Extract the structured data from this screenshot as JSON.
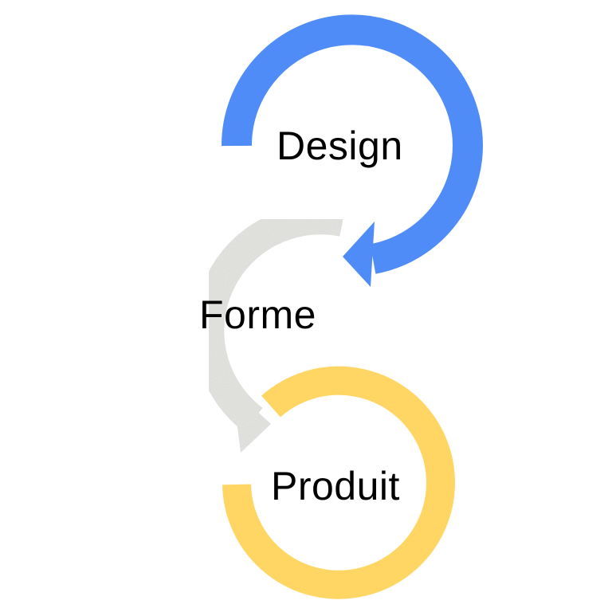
{
  "diagram": {
    "stages": [
      {
        "label": "Design",
        "color": "#4f8cf7"
      },
      {
        "label": "Forme",
        "color": "#e6e6e3"
      },
      {
        "label": "Produit",
        "color": "#ffd663"
      }
    ],
    "connector_icons": [
      "curved-arrow-icon",
      "curved-arrow-icon",
      "ring-icon"
    ]
  }
}
